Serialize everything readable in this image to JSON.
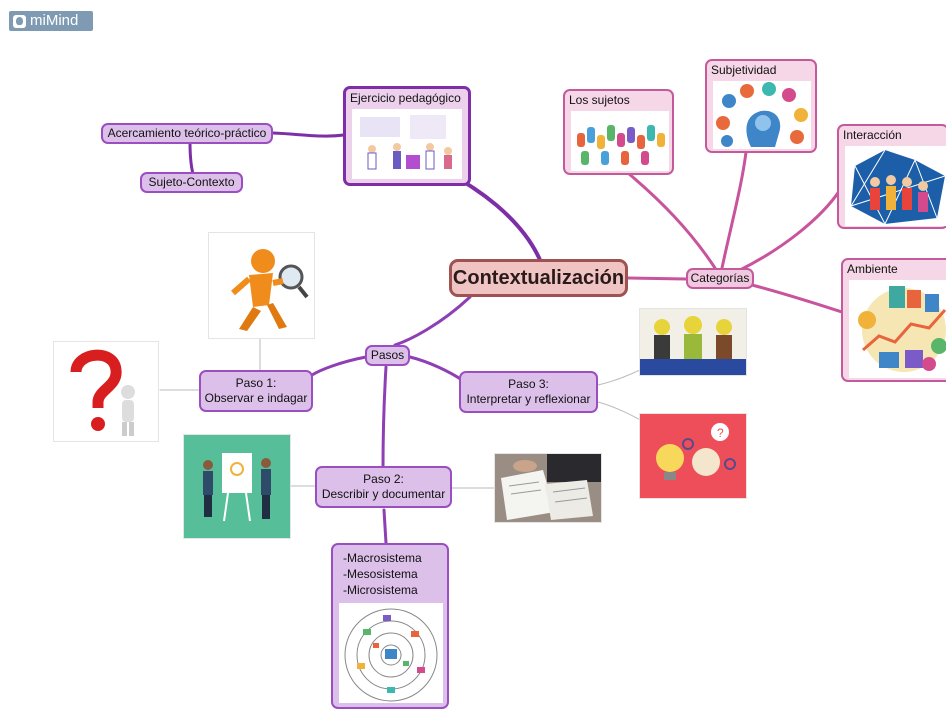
{
  "brand": {
    "name": "miMind",
    "icon": "mimind-logo-icon"
  },
  "central": {
    "label": "Contextualización"
  },
  "top_left": {
    "ejercicio": {
      "title": "Ejercicio pedagógico",
      "image": "teacher-classroom-illustration"
    },
    "acercamiento": {
      "label": "Acercamiento teórico-práctico"
    },
    "sujeto": {
      "label": "Sujeto-Contexto"
    }
  },
  "categorias": {
    "label": "Categorías",
    "items": [
      {
        "title": "Los sujetos",
        "image": "raised-hands-illustration"
      },
      {
        "title": "Subjetividad",
        "image": "head-icons-illustration"
      },
      {
        "title": "Interacción",
        "image": "group-people-illustration"
      },
      {
        "title": "Ambiente",
        "image": "city-environment-illustration"
      }
    ]
  },
  "pasos": {
    "label": "Pasos",
    "paso1": {
      "line1": "Paso 1:",
      "line2": "Observar e indagar",
      "images": [
        "detective-magnifier-figure",
        "question-mark-figure"
      ]
    },
    "paso2": {
      "line1": "Paso 2:",
      "line2": "Describir y documentar",
      "images": [
        "presentation-whiteboard-illustration",
        "desk-documents-photo"
      ]
    },
    "paso3": {
      "line1": "Paso 3:",
      "line2": "Interpretar y reflexionar",
      "images": [
        "three-figures-lightbulbs",
        "lightbulb-thinking-illustration"
      ]
    },
    "sistemas": {
      "items": [
        "-Macrosistema",
        "-Mesosistema",
        "-Microsistema"
      ],
      "image": "ecological-systems-diagram"
    }
  },
  "colors": {
    "purple_line": "#8e3fb3",
    "pink_line": "#c8549d",
    "central_border": "#9e5251",
    "central_fill": "#efc4c2"
  }
}
